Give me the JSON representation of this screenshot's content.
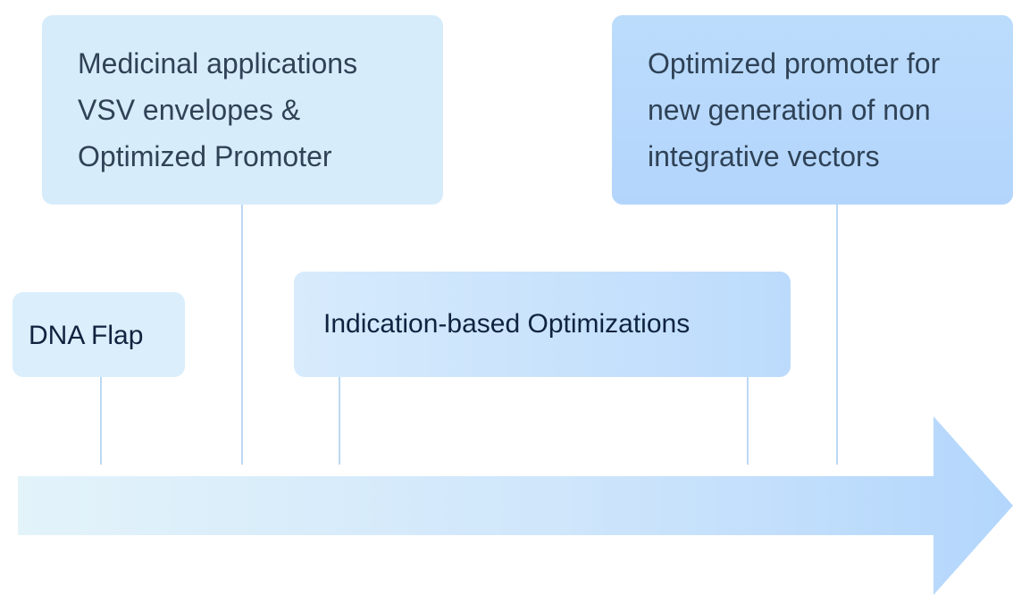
{
  "timeline": {
    "milestones": [
      {
        "id": "dna-flap",
        "lines": [
          "DNA Flap"
        ]
      },
      {
        "id": "medicinal",
        "lines": [
          "Medicinal applications",
          "VSV envelopes &",
          "Optimized Promoter"
        ]
      },
      {
        "id": "indication",
        "lines": [
          "Indication-based Optimizations"
        ]
      },
      {
        "id": "optimized",
        "lines": [
          "Optimized promoter for",
          "new generation of non",
          "integrative vectors"
        ]
      }
    ]
  },
  "colors": {
    "arrow_start": "#e3f3fa",
    "arrow_end": "#b3d6fc",
    "box_light": "#d7ecfb",
    "box_medium": "#b3d5fc",
    "connector": "#bcd9f3",
    "text_dark": "#0f2340",
    "text_muted": "#2f4256"
  }
}
